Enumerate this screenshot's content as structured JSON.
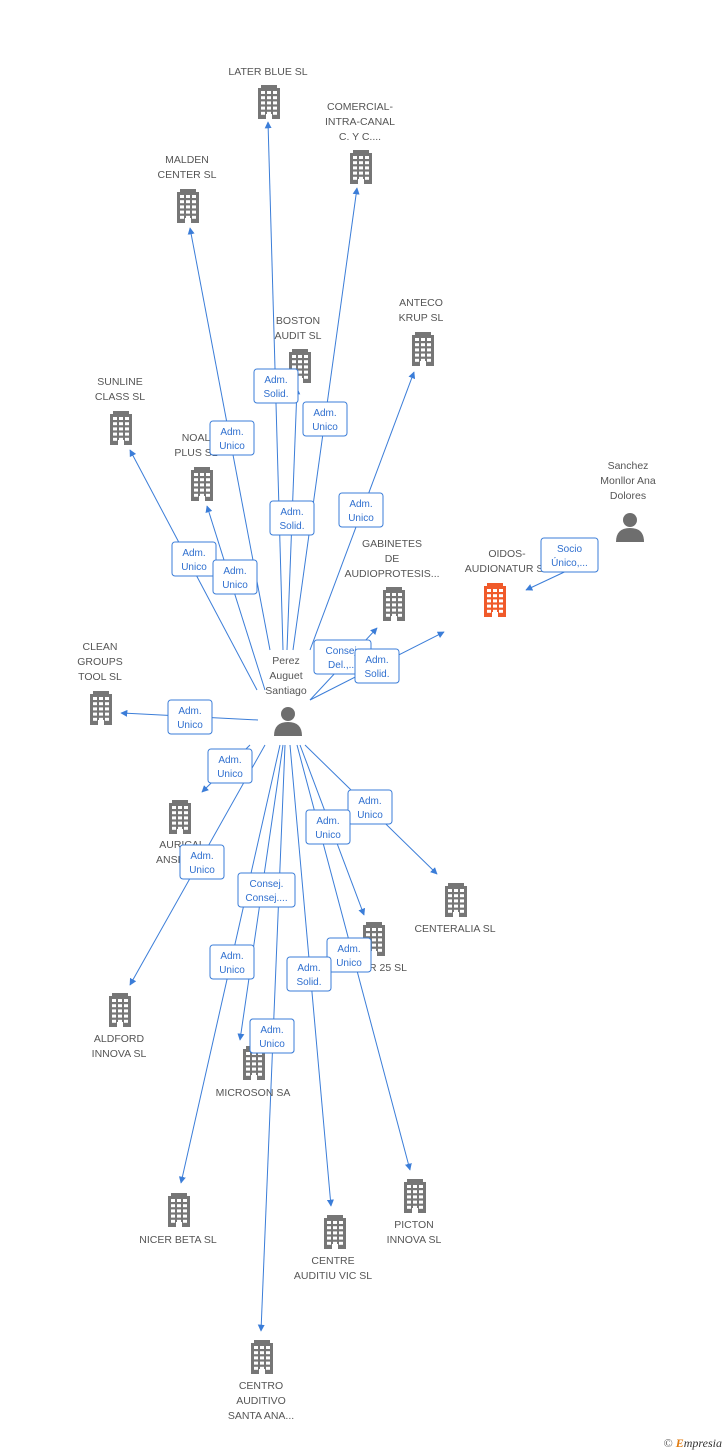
{
  "colors": {
    "edge": "#3b7dd8",
    "company": "#767676",
    "highlight": "#f05a2a",
    "person": "#6e6e6e"
  },
  "nodes": [
    {
      "id": "later-blue",
      "type": "company",
      "lines": [
        "LATER BLUE SL"
      ]
    },
    {
      "id": "comercial",
      "type": "company",
      "lines": [
        "COMERCIAL-",
        "INTRA-CANAL",
        "C.  Y C...."
      ]
    },
    {
      "id": "malden",
      "type": "company",
      "lines": [
        "MALDEN",
        "CENTER SL"
      ]
    },
    {
      "id": "boston",
      "type": "company",
      "lines": [
        "BOSTON",
        "AUDIT SL"
      ]
    },
    {
      "id": "anteco",
      "type": "company",
      "lines": [
        "ANTECO",
        "KRUP SL"
      ]
    },
    {
      "id": "sunline",
      "type": "company",
      "lines": [
        "SUNLINE",
        "CLASS  SL"
      ]
    },
    {
      "id": "noal",
      "type": "company",
      "lines": [
        "NOAL",
        "PLUS SL"
      ]
    },
    {
      "id": "sanchez",
      "type": "person",
      "lines": [
        "Sanchez",
        "Monllor Ana",
        "Dolores"
      ]
    },
    {
      "id": "gabinetes",
      "type": "company",
      "lines": [
        "GABINETES",
        "DE",
        "AUDIOPROTESIS..."
      ]
    },
    {
      "id": "oidos",
      "type": "highlight",
      "lines": [
        "OIDOS-",
        "AUDIONATUR SL"
      ]
    },
    {
      "id": "clean",
      "type": "company",
      "lines": [
        "CLEAN",
        "GROUPS",
        "TOOL SL"
      ]
    },
    {
      "id": "perez",
      "type": "person",
      "lines": [
        "Perez",
        "Auguet",
        "Santiago"
      ]
    },
    {
      "id": "aurical",
      "type": "company",
      "lines": [
        "AURICAL",
        "ANSER SL"
      ]
    },
    {
      "id": "centeralia",
      "type": "company",
      "lines": [
        "CENTERALIA SL"
      ]
    },
    {
      "id": "r25",
      "type": "company",
      "lines": [
        "R 25 SL"
      ]
    },
    {
      "id": "aldford",
      "type": "company",
      "lines": [
        "ALDFORD",
        "INNOVA SL"
      ]
    },
    {
      "id": "microson",
      "type": "company",
      "lines": [
        "MICROSON SA"
      ]
    },
    {
      "id": "nicer",
      "type": "company",
      "lines": [
        "NICER BETA SL"
      ]
    },
    {
      "id": "picton",
      "type": "company",
      "lines": [
        "PICTON",
        "INNOVA SL"
      ]
    },
    {
      "id": "centre-vic",
      "type": "company",
      "lines": [
        "CENTRE",
        "AUDITIU VIC SL"
      ]
    },
    {
      "id": "centro-ana",
      "type": "company",
      "lines": [
        "CENTRO",
        "AUDITIVO",
        "SANTA ANA..."
      ]
    }
  ],
  "relations": [
    {
      "lines": [
        "Adm.",
        "Solid."
      ]
    },
    {
      "lines": [
        "Adm.",
        "Unico"
      ]
    },
    {
      "lines": [
        "Adm.",
        "Unico"
      ]
    },
    {
      "lines": [
        "Adm.",
        "Unico"
      ]
    },
    {
      "lines": [
        "Adm.",
        "Solid."
      ]
    },
    {
      "lines": [
        "Adm.",
        "Unico"
      ]
    },
    {
      "lines": [
        "Adm.",
        "Unico"
      ]
    },
    {
      "lines": [
        "Socio",
        "Único,..."
      ]
    },
    {
      "lines": [
        "Adm.",
        "Unico"
      ]
    },
    {
      "lines": [
        "Consej.",
        "Del.,..."
      ]
    },
    {
      "lines": [
        "Adm.",
        "Solid."
      ]
    },
    {
      "lines": [
        "Adm.",
        "Unico"
      ]
    },
    {
      "lines": [
        "Adm.",
        "Unico"
      ]
    },
    {
      "lines": [
        "Adm.",
        "Unico"
      ]
    },
    {
      "lines": [
        "Adm.",
        "Unico"
      ]
    },
    {
      "lines": [
        "Adm.",
        "Unico"
      ]
    },
    {
      "lines": [
        "Consej.",
        "Consej...."
      ]
    },
    {
      "lines": [
        "Adm.",
        "Unico"
      ]
    },
    {
      "lines": [
        "Adm.",
        "Solid."
      ]
    },
    {
      "lines": [
        "Adm.",
        "Solid."
      ]
    },
    {
      "lines": [
        "Adm.",
        "Unico"
      ]
    }
  ],
  "footer": {
    "copyright": "©",
    "brand_initial": "E",
    "brand_rest": "mpresia"
  }
}
